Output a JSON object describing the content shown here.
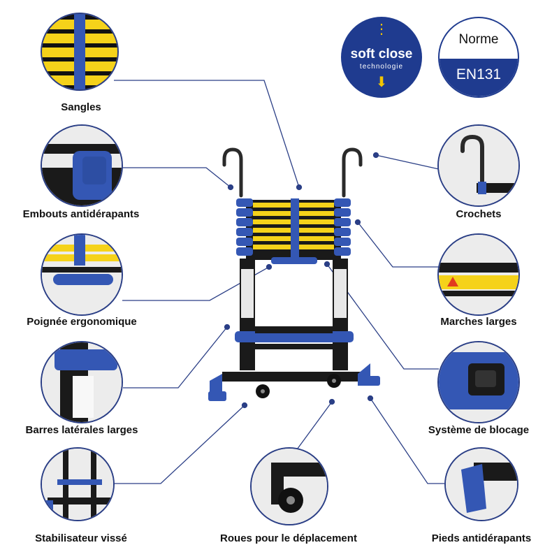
{
  "badges": {
    "soft_close_title": "soft close",
    "soft_close_subtitle": "technologie",
    "norm_label": "Norme",
    "norm_value": "EN131"
  },
  "features": {
    "straps": "Sangles",
    "end_caps": "Embouts antidérapants",
    "handle": "Poignée ergonomique",
    "side_bars": "Barres latérales larges",
    "stabilizer": "Stabilisateur vissé",
    "wheels": "Roues pour le déplacement",
    "hooks": "Crochets",
    "wide_steps": "Marches larges",
    "locking": "Système de blocage",
    "feet": "Pieds antidérapants"
  },
  "colors": {
    "accent_blue": "#2b3f86",
    "ladder_blue": "#3457b4",
    "tread_yellow": "#f5d21a",
    "frame_black": "#1a1a1a"
  }
}
